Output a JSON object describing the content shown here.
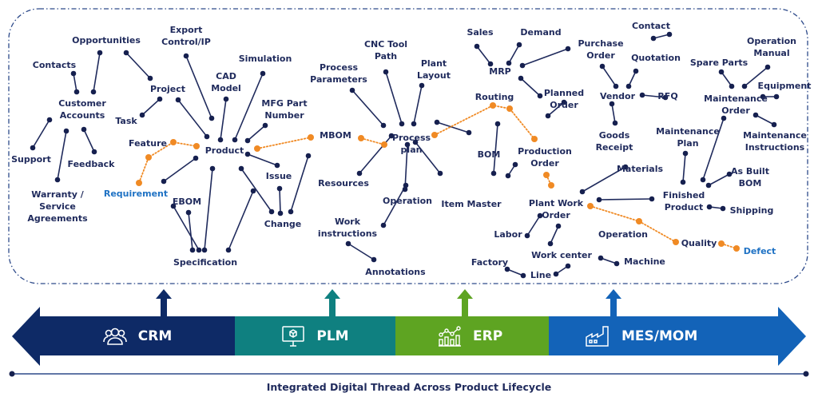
{
  "colors": {
    "node": "#16204f",
    "edge": "#1f2a5c",
    "highlight": "#f08a24",
    "highlight_text": "#1f72c4",
    "crm": "#0e2a66",
    "plm": "#0f8080",
    "erp": "#5ea422",
    "mes": "#1363b8",
    "border": "#2d4a8a"
  },
  "nodes": {
    "opportunities": "Opportunities",
    "contacts": "Contacts",
    "customer_accounts": [
      "Customer",
      "Accounts"
    ],
    "support": "Support",
    "feedback": "Feedback",
    "warranty": [
      "Warranty /",
      "Service",
      "Agreements"
    ],
    "export_control": [
      "Export",
      "Control/IP"
    ],
    "project": "Project",
    "task": "Task",
    "cad_model": [
      "CAD",
      "Model"
    ],
    "simulation": "Simulation",
    "mfg_part_number": [
      "MFG Part",
      "Number"
    ],
    "feature": "Feature",
    "product": "Product",
    "requirement": "Requirement",
    "ebom": "EBOM",
    "issue": "Issue",
    "change": "Change",
    "specification": "Specification",
    "mbom": "MBOM",
    "process_parameters": [
      "Process",
      "Parameters"
    ],
    "cnc_tool_path": [
      "CNC Tool",
      "Path"
    ],
    "plant_layout": [
      "Plant",
      "Layout"
    ],
    "process_plan": [
      "Process",
      "plan"
    ],
    "resources": "Resources",
    "operation_plm": "Operation",
    "work_instructions": [
      "Work",
      "instructions"
    ],
    "annotations": "Annotations",
    "item_master": "Item Master",
    "bom": "BOM",
    "sales": "Sales",
    "demand": "Demand",
    "mrp": "MRP",
    "routing": "Routing",
    "planned_order": [
      "Planned",
      "Order"
    ],
    "production_order": [
      "Production",
      "Order"
    ],
    "contact": "Contact",
    "purchase_order": [
      "Purchase",
      "Order"
    ],
    "quotation": "Quotation",
    "vendor": "Vendor",
    "rfq": "RFQ",
    "goods_receipt": [
      "Goods",
      "Receipt"
    ],
    "plant_work_order": [
      "Plant Work",
      "Order"
    ],
    "materials": "Materials",
    "labor": "Labor",
    "operation_mes": "Operation",
    "work_center": "Work center",
    "factory": "Factory",
    "line": "Line",
    "machine": "Machine",
    "quality": "Quality",
    "defect": "Defect",
    "spare_parts": "Spare Parts",
    "operation_manual": [
      "Operation",
      "Manual"
    ],
    "equipment": "Equipment",
    "maintenance_order": [
      "Maintenance",
      "Order"
    ],
    "maintenance_instructions": [
      "Maintenance",
      "Instructions"
    ],
    "maintenance_plan": [
      "Maintenance",
      "Plan"
    ],
    "finished_product": [
      "Finished",
      "Product"
    ],
    "as_built_bom": [
      "As Built",
      "BOM"
    ],
    "shipping": "Shipping"
  },
  "systems": [
    {
      "id": "crm",
      "label": "CRM",
      "icon": "users-icon"
    },
    {
      "id": "plm",
      "label": "PLM",
      "icon": "monitor-cube-icon"
    },
    {
      "id": "erp",
      "label": "ERP",
      "icon": "analytics-chart-icon"
    },
    {
      "id": "mes",
      "label": "MES/MOM",
      "icon": "factory-icon"
    }
  ],
  "footer": {
    "title": "Integrated Digital Thread Across Product Lifecycle"
  }
}
